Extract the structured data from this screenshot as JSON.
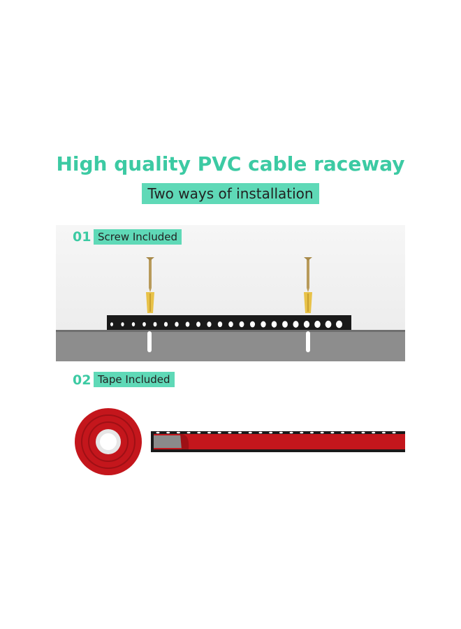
{
  "colors": {
    "accent": "#3ccaa3",
    "label_bg": "#5fd9b7",
    "wall": "#8d8d8d",
    "raceway": "#1a1a1a",
    "tape_red": "#c4161c"
  },
  "heading": {
    "title": "High quality PVC cable raceway",
    "subtitle": "Two ways of installation"
  },
  "steps": [
    {
      "number": "01",
      "label": "Screw Included",
      "illustration": "raceway-screwed-to-wall"
    },
    {
      "number": "02",
      "label": "Tape Included",
      "illustration": "tape-roll-and-raceway-with-adhesive"
    }
  ]
}
